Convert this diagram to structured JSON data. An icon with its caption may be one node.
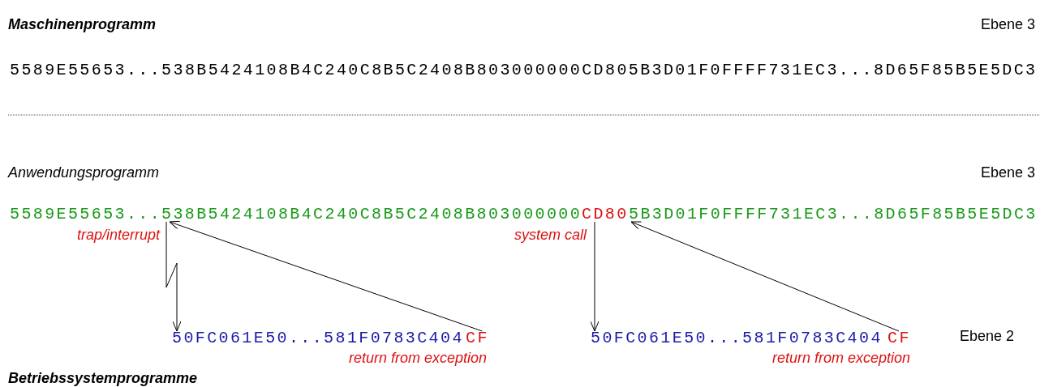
{
  "diagram": {
    "nodes": [
      {
        "text": [
          "5589E55653..."
        ]
      },
      {
        "text": [
          "538B5424108B4C240C8B5C2408B803000000"
        ]
      },
      {
        "text": [
          "CD80"
        ]
      },
      {
        "text": [
          "5B3D01F0FFFF731EC3...8D65F85B5E5DC3"
        ]
      },
      {
        "text": [
          "50FC061E50...581F0783C404"
        ]
      },
      {
        "text": [
          "CF"
        ]
      },
      {
        "text": [
          "50FC061E50...581F0783C404"
        ]
      },
      {
        "text": [
          "CF"
        ]
      }
    ],
    "edges": [
      {
        "from": 1,
        "to": 4,
        "arrow": "to"
      },
      {
        "from": 5,
        "to": 1,
        "arrow": "to"
      },
      {
        "from": 2,
        "to": 6,
        "arrow": "to"
      },
      {
        "from": 7,
        "to": 3,
        "arrow": "to"
      }
    ],
    "labels": [
      "Maschinenprogramm",
      "Ebene 3",
      "5589E55653...538B5424108B4C240C8B5C2408B803000000CD805B3D01F0FFFF731EC3...8D65F85B5E5DC3",
      "Anwendungsprogramm",
      "Ebene 3",
      "trap/interrupt",
      "system call",
      "Ebene 2",
      "return from exception",
      "return from exception",
      "Betriebssystemprogramme"
    ]
  }
}
